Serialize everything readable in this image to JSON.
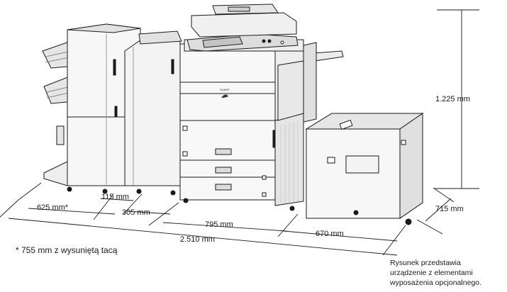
{
  "dimensions": {
    "height": "1.225 mm",
    "depth": "715 mm",
    "finisher_width": "625 mm*",
    "inserter_width": "115 mm",
    "punch_width": "305 mm",
    "main_width": "795 mm",
    "ltc_width": "670 mm",
    "total_width": "2.510 mm"
  },
  "footnote": "* 755 mm z wysuniętą tacą",
  "caption": {
    "line1": "Rysunek przedstawia",
    "line2": "urządzenie z elementami",
    "line3": "wyposażenia opcjonalnego."
  },
  "brand_mark": "SHARP",
  "colors": {
    "outline": "#1a1a1a",
    "body": "#f7f7f7",
    "shade": "#d9d9d9",
    "panel": "#cfcfcf"
  }
}
